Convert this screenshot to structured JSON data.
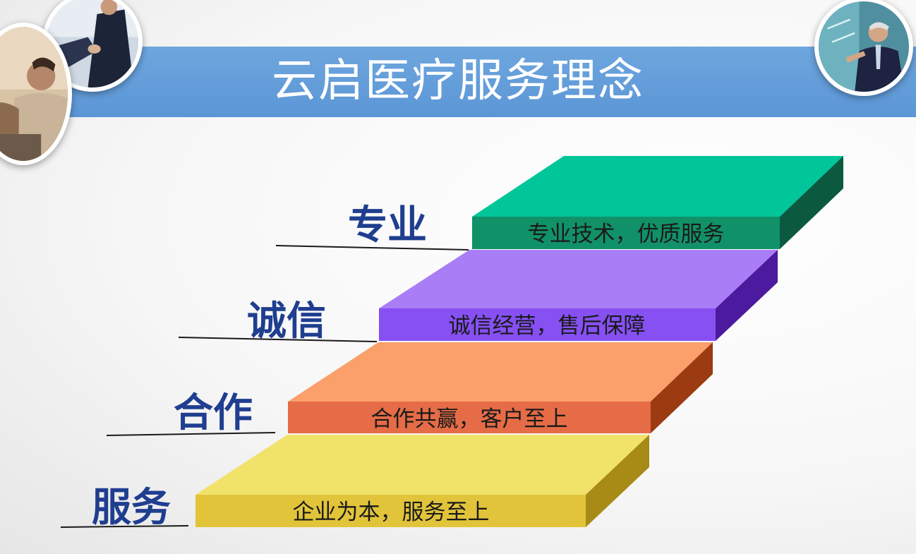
{
  "title": "云启医疗服务理念",
  "photos": [
    {
      "name": "handshake-photo-icon"
    },
    {
      "name": "team-photo-icon"
    },
    {
      "name": "presenter-photo-icon"
    }
  ],
  "steps": [
    {
      "label": "服务",
      "text": "企业为本，服务至上",
      "top": "#f1e26a",
      "front": "#e2c43a",
      "side": "#a88a16",
      "line": "#1a1a1a"
    },
    {
      "label": "合作",
      "text": "合作共赢，客户至上",
      "top": "#fb9f6b",
      "front": "#e56c46",
      "side": "#9c3a12",
      "line": "#1a1a1a"
    },
    {
      "label": "诚信",
      "text": "诚信经营，售后保障",
      "top": "#a97df6",
      "front": "#8650f3",
      "side": "#4c1a9e",
      "line": "#1a1a1a"
    },
    {
      "label": "专业",
      "text": "专业技术，优质服务",
      "top": "#00c69a",
      "front": "#119168",
      "side": "#0b5a40",
      "line": "#1a1a1a"
    }
  ]
}
